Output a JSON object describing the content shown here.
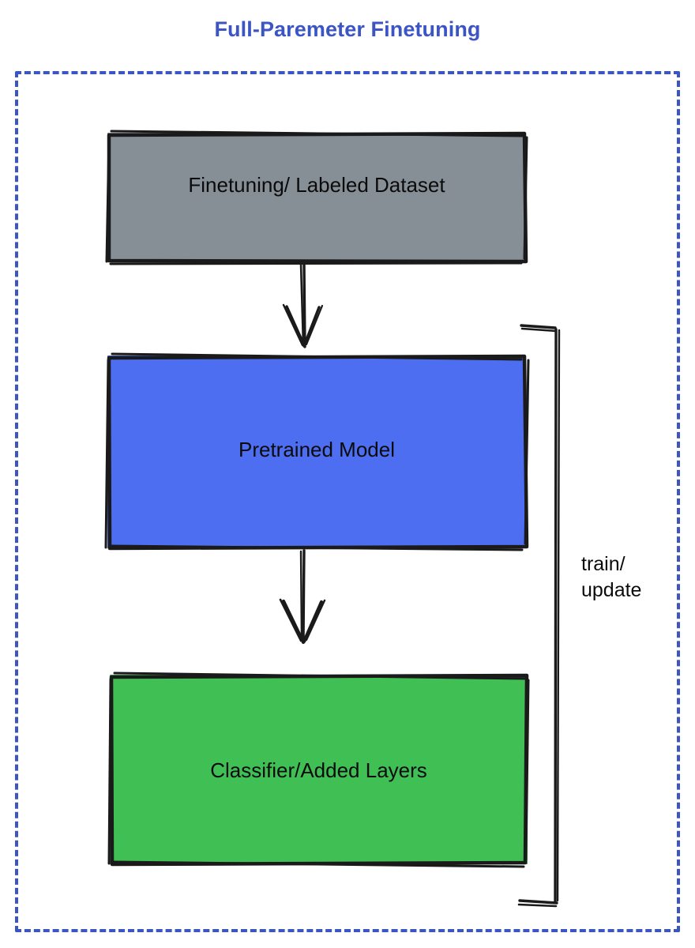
{
  "title": {
    "text": "Full-Paremeter Finetuning",
    "color": "#3b55c4"
  },
  "frame": {
    "style": "dashed",
    "color": "#3b55c4"
  },
  "nodes": [
    {
      "id": "dataset",
      "label": "Finetuning/ Labeled Dataset",
      "fill": "#868e96",
      "stroke": "#1a1a1a",
      "text_color": "#0b0b0b"
    },
    {
      "id": "pretrained",
      "label": "Pretrained Model",
      "fill": "#4d6ef0",
      "stroke": "#1a1a1a",
      "text_color": "#0b0b0b"
    },
    {
      "id": "classifier",
      "label": "Classifier/Added Layers",
      "fill": "#40bf54",
      "stroke": "#1a1a1a",
      "text_color": "#0b0b0b"
    }
  ],
  "connectors": [
    {
      "id": "dataset-to-pretrained",
      "from": "dataset",
      "to": "pretrained",
      "kind": "arrow",
      "direction": "down",
      "label": ""
    },
    {
      "id": "pretrained-to-classifier",
      "from": "pretrained",
      "to": "classifier",
      "kind": "arrow",
      "direction": "down",
      "label": ""
    },
    {
      "id": "feedback-loop",
      "from": "classifier",
      "to": "pretrained",
      "kind": "bracket",
      "direction": "up",
      "label_line1": "train/",
      "label_line2": "update"
    }
  ],
  "loop_label": {
    "line1": "train/",
    "line2": "update",
    "full": "train/\nupdate"
  }
}
